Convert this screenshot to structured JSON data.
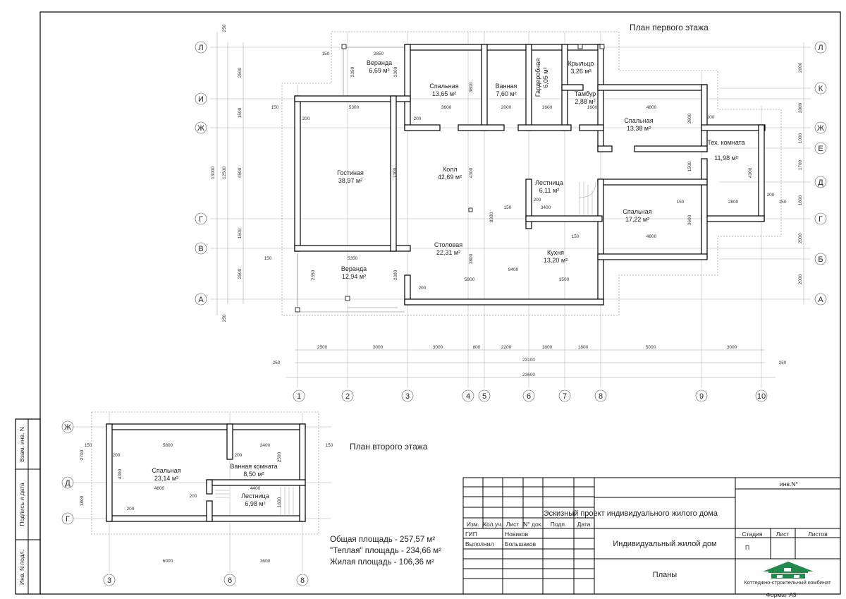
{
  "sheet": {
    "plan1_title": "План первого этажа",
    "plan2_title": "План второго этажа"
  },
  "axes_letters_plan1": [
    "Л",
    "И",
    "Ж",
    "Г",
    "В",
    "А"
  ],
  "axes_letters_plan1_right": [
    "Л",
    "К",
    "Ж",
    "Е",
    "Д",
    "Г",
    "Б",
    "А"
  ],
  "axes_numbers_plan1": [
    "1",
    "2",
    "3",
    "4",
    "5",
    "6",
    "7",
    "8",
    "9",
    "10"
  ],
  "axes_letters_plan2": [
    "Ж",
    "Д",
    "Г"
  ],
  "axes_numbers_plan2": [
    "3",
    "6",
    "8"
  ],
  "rooms_plan1": {
    "veranda_top": {
      "name": "Веранда",
      "area": "6,69 м²"
    },
    "bedroom1": {
      "name": "Спальная",
      "area": "13,65 м²"
    },
    "bath1": {
      "name": "Ванная",
      "area": "7,60 м²"
    },
    "wardrobe": {
      "name": "Гардеробная",
      "area": "6,05 м²"
    },
    "porch": {
      "name": "Крыльцо",
      "area": "3,26 м²"
    },
    "tambur": {
      "name": "Тамбур",
      "area": "2,88 м²"
    },
    "bedroom2": {
      "name": "Спальная",
      "area": "13,38 м²"
    },
    "tech": {
      "name": "Тех. комната",
      "area": "11,98 м²"
    },
    "living": {
      "name": "Гостиная",
      "area": "38,97 м²"
    },
    "hall": {
      "name": "Холл",
      "area": "42,69 м²"
    },
    "stairs": {
      "name": "Лестница",
      "area": "6,11 м²"
    },
    "bedroom3": {
      "name": "Спальная",
      "area": "17,22 м²"
    },
    "dining": {
      "name": "Столовая",
      "area": "22,31 м²"
    },
    "kitchen": {
      "name": "Кухня",
      "area": "13,20 м²"
    },
    "veranda_bottom": {
      "name": "Веранда",
      "area": "12,94 м²"
    }
  },
  "rooms_plan2": {
    "bedroom": {
      "name": "Спальная",
      "area": "23,14 м²"
    },
    "bathroom": {
      "name": "Ванная комната",
      "area": "8,50 м²"
    },
    "stairs": {
      "name": "Лестница",
      "area": "6,98 м²"
    }
  },
  "dims_plan1_bottom": [
    "2500",
    "3000",
    "3000",
    "800",
    "2200",
    "1800",
    "1800",
    "5000",
    "3000"
  ],
  "dims_plan1_total1": "23100",
  "dims_plan1_total2": "23600",
  "dims_plan1_ends": [
    "250",
    "250"
  ],
  "dims_plan1_left": [
    "250",
    "2500",
    "1500",
    "4500",
    "1500",
    "2500",
    "250"
  ],
  "dims_plan1_left_totals": [
    "13000",
    "12500"
  ],
  "dims_plan1_right": [
    "2000",
    "2000",
    "1000",
    "1700",
    "1800",
    "2000",
    "2000"
  ],
  "dims_plan1_inner": {
    "d5300": "5300",
    "d3600": "3600",
    "d2000": "2000",
    "d1600a": "1600",
    "d1600b": "1600",
    "d4800a": "4800",
    "d7300": "7300",
    "d4300a": "4300",
    "d3400": "3400",
    "d8300": "8300",
    "d5350": "5350",
    "d5900": "5900",
    "d9400": "9400",
    "d3500": "3500",
    "d3800a": "3800",
    "d3800b": "3800",
    "d2850": "2850",
    "d2350a": "2350",
    "d2300a": "2300",
    "d2350b": "2350",
    "d2300b": "2300",
    "d4800b": "4800",
    "d2800a": "2800",
    "d3600b": "3600",
    "d2800b": "2800",
    "d4300b": "4300",
    "d1500": "1500",
    "d150": "150",
    "d200": "200"
  },
  "dims_plan2": {
    "d5800": "5800",
    "d3400": "3400",
    "d4800": "4800",
    "d4400": "4400",
    "d2500": "2500",
    "d1600": "1600",
    "d6000": "6000",
    "d3600": "3600",
    "d2700": "2700",
    "d1800": "1800",
    "d4300": "4300",
    "d150": "150",
    "d200": "200"
  },
  "areas_summary": {
    "total": "Общая площадь - 257,57 м²",
    "warm": "\"Теплая\" площадь - 234,66 м²",
    "living": "Жилая площадь - 106,36 м²"
  },
  "side_stamp": [
    "Взам. инв. N",
    "Подпись и дата",
    "Инв. N подл."
  ],
  "title_block": {
    "inv": "инв.N°",
    "project": "Эскизный проект индивидуального жилого дома",
    "object": "Индивидуальный жилой дом",
    "sheet_name": "Планы",
    "headers": [
      "Изм.",
      "Кол.уч.",
      "Лист",
      "N° док.",
      "Подп.",
      "Дата"
    ],
    "gip_role": "ГИП",
    "gip_name": "Новиков",
    "exec_role": "Выполнил",
    "exec_name": "Большаков",
    "stage_label": "Стадия",
    "sheet_label": "Лист",
    "sheets_label": "Листов",
    "stage_value": "П",
    "company": "Коттеджно-строительный комбинат",
    "format": "Формат А3",
    "logo_color": "#1f8a4c"
  }
}
